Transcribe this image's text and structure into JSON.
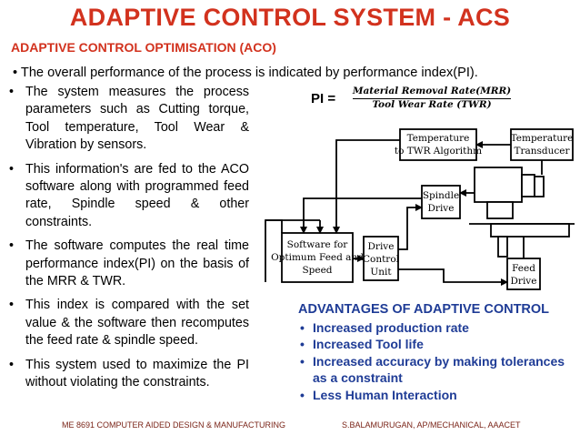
{
  "title": "ADAPTIVE CONTROL SYSTEM - ACS",
  "subtitle": "ADAPTIVE CONTROL OPTIMISATION (ACO)",
  "intro": "• The overall performance of the process is indicated by performance index(PI).",
  "bullets": [
    "The system measures the process parameters such as Cutting torque, Tool temperature, Tool Wear & Vibration by sensors.",
    "This information's are fed to the ACO software along with programmed feed rate, Spindle speed & other constraints.",
    "The software computes the real time performance index(PI) on the basis of the MRR & TWR.",
    "This index is compared with the set value & the software then recomputes the feed rate & spindle speed.",
    "This system used to maximize the PI without violating the constraints."
  ],
  "formula": {
    "label": "PI =",
    "numerator": "Material Removal Rate(MRR)",
    "denominator": "Tool Wear Rate (TWR)"
  },
  "diagram": {
    "temp_twr": [
      "Temperature",
      "to TWR Algorithm"
    ],
    "temp_transducer": [
      "Temperature",
      "Transducer"
    ],
    "spindle_drive": [
      "Spindle",
      "Drive"
    ],
    "software": [
      "Software for",
      "Optimum Feed and",
      "Speed"
    ],
    "drive_control": [
      "Drive",
      "Control",
      "Unit"
    ],
    "feed_drive": [
      "Feed",
      "Drive"
    ]
  },
  "advantages": {
    "title": "ADVANTAGES OF ADAPTIVE CONTROL",
    "items": [
      "Increased production rate",
      "Increased Tool life",
      "Increased accuracy by making tolerances as a constraint",
      "Less Human Interaction"
    ]
  },
  "footer": {
    "left": "ME 8691 COMPUTER AIDED DESIGN & MANUFACTURING",
    "right": "S.BALAMURUGAN, AP/MECHANICAL, AAACET"
  },
  "colors": {
    "title": "#d2321e",
    "advantages": "#1f3c96",
    "footer": "#7a2418"
  }
}
